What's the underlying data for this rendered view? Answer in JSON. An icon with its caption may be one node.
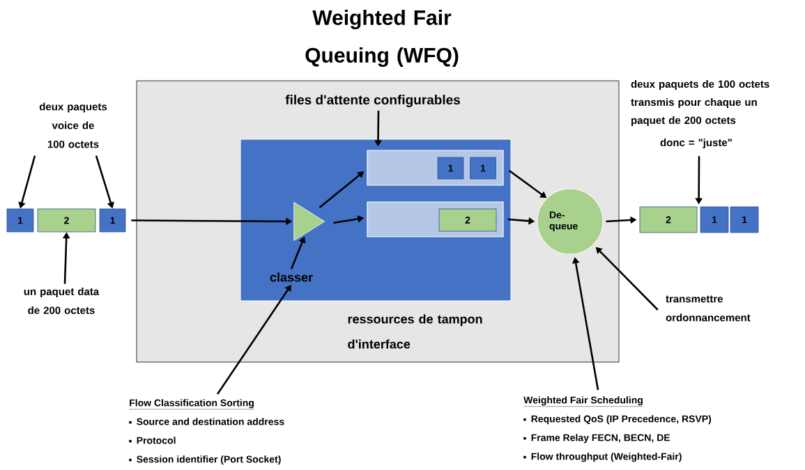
{
  "diagram": {
    "title": "Weighted Fair Queuing (WFQ)",
    "nodes": [
      {
        "text": [
          "ressources de tampon d'interface"
        ]
      },
      {
        "text": [],
        "shape": "box",
        "in": 0
      },
      {
        "text": [
          "files d'attente configurables"
        ],
        "in": 0
      },
      {
        "text": [],
        "shape": "box",
        "in": 1
      },
      {
        "text": [
          "1"
        ],
        "in": 3
      },
      {
        "text": [
          "1"
        ],
        "in": 3
      },
      {
        "text": [],
        "shape": "box",
        "in": 1
      },
      {
        "text": [
          "2"
        ],
        "in": 6
      },
      {
        "text": [],
        "shape": "triangle",
        "in": 1
      },
      {
        "text": [
          "classer"
        ],
        "in": 1
      },
      {
        "text": [
          "De- queue"
        ],
        "in": 0
      },
      {
        "text": [
          "deux paquets voice de 100 octets"
        ]
      },
      {
        "text": [
          "1"
        ]
      },
      {
        "text": [
          "2"
        ]
      },
      {
        "text": [
          "1"
        ]
      },
      {
        "text": [
          "un paquet data de 200 octets"
        ]
      },
      {
        "text": [
          "deux paquets de 100 octets transmis pour chaque un paquet de 200 octets",
          "donc = \"juste\""
        ]
      },
      {
        "text": [
          "2"
        ]
      },
      {
        "text": [
          "1"
        ]
      },
      {
        "text": [
          "1"
        ]
      },
      {
        "text": [
          "transmettre ordonnancement"
        ]
      },
      {
        "text": [
          "Flow Classification Sorting",
          "Source and destination address",
          "Protocol",
          "Session identifier (Port Socket)"
        ]
      },
      {
        "text": [
          "Weighted Fair Scheduling",
          "Requested QoS (IP Precedence, RSVP)",
          "Frame Relay FECN, BECN, DE",
          "Flow throughput (Weighted-Fair)"
        ]
      }
    ],
    "edges": [
      {
        "from": 11,
        "to": 12,
        "arrow": "to"
      },
      {
        "from": 11,
        "to": 14,
        "arrow": "to"
      },
      {
        "from": 15,
        "to": 13,
        "arrow": "to"
      },
      {
        "from": 14,
        "to": 8,
        "arrow": "to"
      },
      {
        "from": 8,
        "to": 3,
        "arrow": "to"
      },
      {
        "from": 8,
        "to": 6,
        "arrow": "to"
      },
      {
        "from": 9,
        "to": 8,
        "arrow": "to"
      },
      {
        "from": 2,
        "to": 3,
        "arrow": "to"
      },
      {
        "from": 3,
        "to": 10,
        "arrow": "to"
      },
      {
        "from": 6,
        "to": 10,
        "arrow": "to"
      },
      {
        "from": 10,
        "to": 17,
        "arrow": "to"
      },
      {
        "from": 16,
        "to": 18,
        "arrow": "to"
      },
      {
        "from": 20,
        "to": 10,
        "arrow": "to"
      },
      {
        "from": 21,
        "to": 9,
        "arrow": "to"
      },
      {
        "from": 22,
        "to": 10,
        "arrow": "to"
      }
    ]
  }
}
